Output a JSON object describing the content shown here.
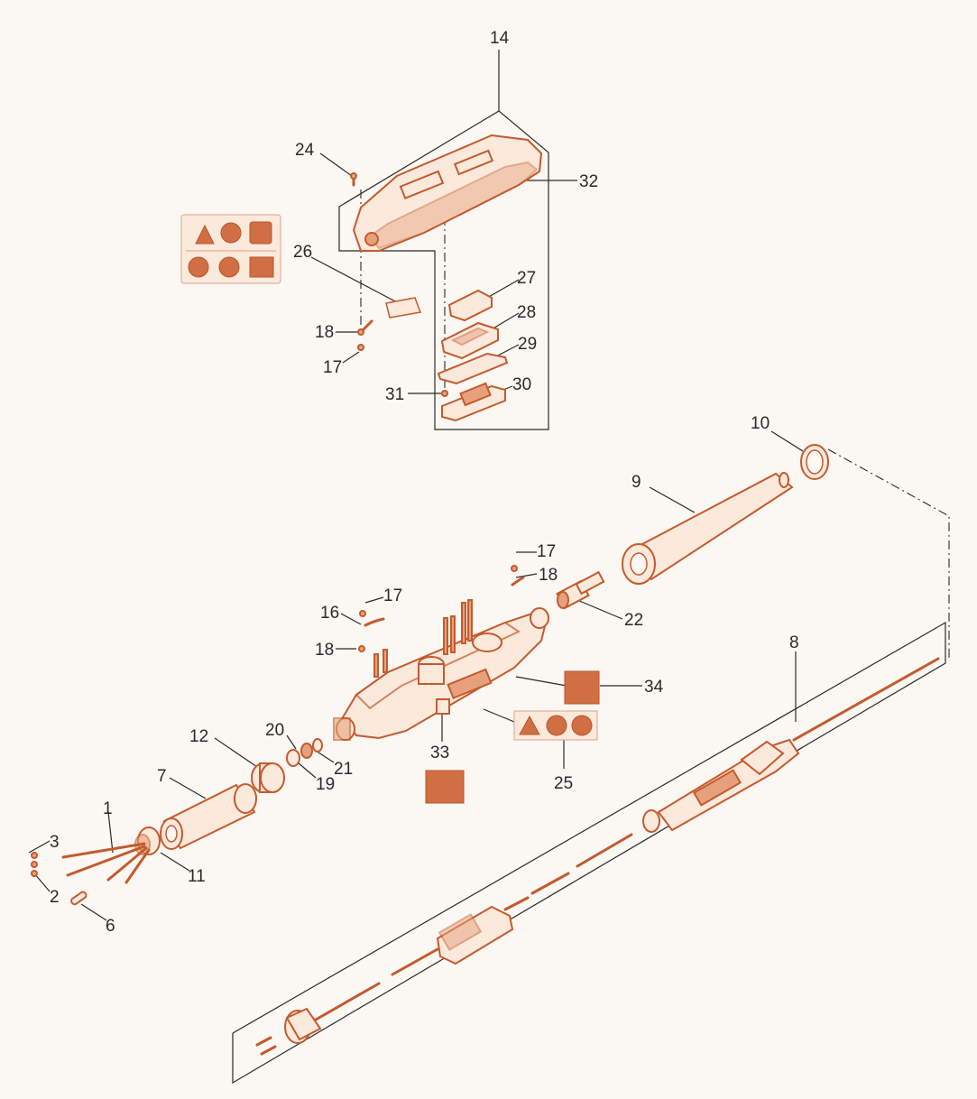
{
  "callouts": {
    "c14": "14",
    "c24": "24",
    "c32": "32",
    "c26": "26",
    "c27": "27",
    "c28": "28",
    "c29": "29",
    "c30": "30",
    "c31": "31",
    "c18a": "18",
    "c17a": "17",
    "c10": "10",
    "c9": "9",
    "c17b": "17",
    "c18b": "18",
    "c16": "16",
    "c17c": "17",
    "c18c": "18",
    "c22": "22",
    "c8": "8",
    "c34": "34",
    "c12": "12",
    "c20": "20",
    "c21": "21",
    "c19": "19",
    "c33": "33",
    "c25": "25",
    "c7": "7",
    "c1": "1",
    "c3": "3",
    "c2": "2",
    "c11": "11",
    "c6": "6"
  },
  "colors": {
    "accent": "#c45a2e",
    "fill": "#fbe9dc",
    "callout": "#2a2a2a"
  }
}
